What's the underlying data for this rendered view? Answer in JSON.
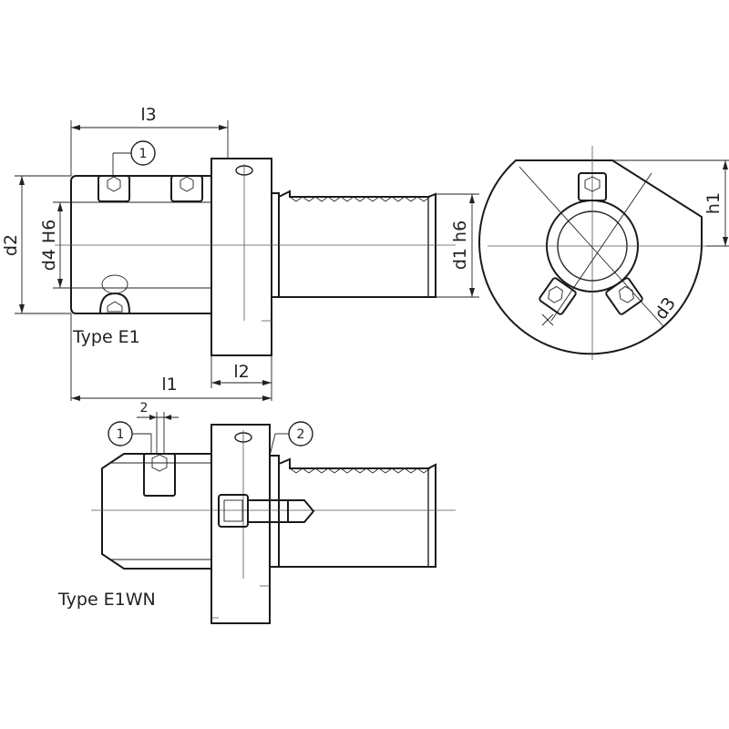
{
  "labels": {
    "l3": "l3",
    "l1": "l1",
    "l2": "l2",
    "d2": "d2",
    "d4": "d4 H6",
    "d1": "d1 h6",
    "h1": "h1",
    "d3": "d3",
    "type_e1": "Type E1",
    "type_e1wn": "Type E1WN",
    "dim_2": "2"
  },
  "callouts": {
    "c1_top": "1",
    "c1_bottom": "1",
    "c2_bottom": "2"
  }
}
